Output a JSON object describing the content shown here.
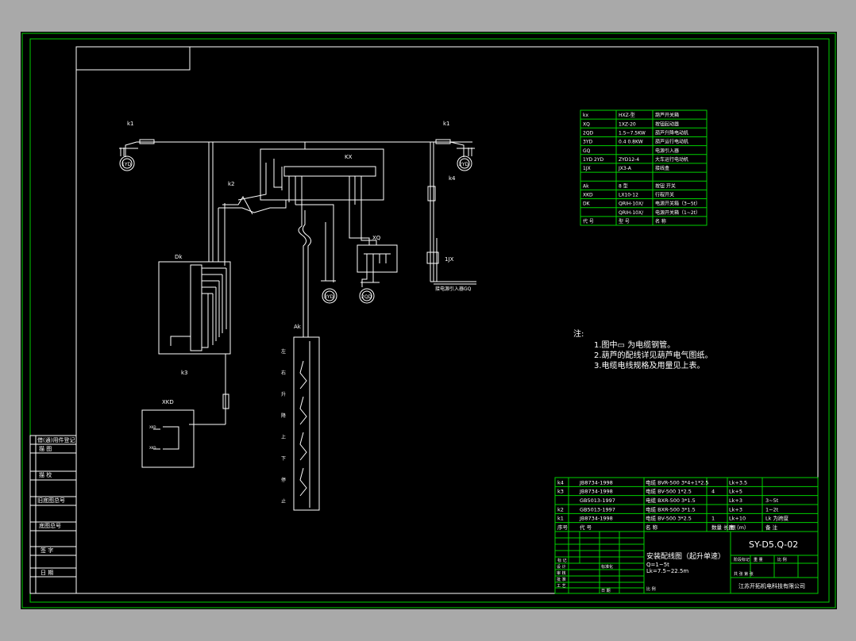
{
  "colors": {
    "frame_green": "#00d000",
    "line_white": "#ffffff",
    "background": "#000000",
    "margin": "#a9a9a9"
  },
  "components": {
    "k1_left": "k1",
    "k1_right": "k1",
    "motor_1yd": "1YD",
    "motor_2yd": "2YD",
    "motor_3yd": "3YD",
    "motor_2qd": "2QD",
    "k2": "k2",
    "k3": "k3",
    "k4": "k4",
    "kx": "KX",
    "xq": "XQ",
    "dk": "Dk",
    "ak": "Ak",
    "xkd": "XKD",
    "jx": "1JX",
    "xkd_term_a": "XKD",
    "xkd_term_b": "XKD",
    "power_note": "接电源引入器GQ",
    "ak_labels": [
      "左",
      "右",
      "升",
      "降",
      "上",
      "下",
      "停",
      "止"
    ]
  },
  "legend_table": {
    "rows": [
      {
        "code": "kx",
        "model": "HXZ-型",
        "desc": "葫芦开关箱"
      },
      {
        "code": "XQ",
        "model": "1XZ-20",
        "desc": "按钮起动器"
      },
      {
        "code": "2QD",
        "model": "1.5~7.5KW",
        "desc": "葫芦升降电动机"
      },
      {
        "code": "3YD",
        "model": "0.4 0.8KW",
        "desc": "葫芦运行电动机"
      },
      {
        "code": "GQ",
        "model": "",
        "desc": "电源引入器"
      },
      {
        "code": "1YD 2YD",
        "model": "ZYD12-4",
        "desc": "大车运行电动机"
      },
      {
        "code": "1JX",
        "model": "JX3-A",
        "desc": "接线盒"
      },
      {
        "code": "",
        "model": "",
        "desc": ""
      },
      {
        "code": "Ak",
        "model": "8 型",
        "desc": "按钮 开关"
      },
      {
        "code": "XKD",
        "model": "LX10-12",
        "desc": "行程开关"
      },
      {
        "code": "DK",
        "model": "QRIH-10X/",
        "desc": "电源开关箱（3~5t）"
      },
      {
        "code": "",
        "model": "QRIH-10X/",
        "desc": "电源开关箱（1~2t）"
      }
    ],
    "footer": {
      "code": "代 号",
      "model": "型 号",
      "desc": "名 称"
    }
  },
  "notes": {
    "title": "注:",
    "lines": [
      "1.图中▭  为电缆钢管。",
      "2.葫芦的配线详见葫芦电气图纸。",
      "3.电缆电线规格及用量见上表。"
    ]
  },
  "wire_table": {
    "rows": [
      {
        "code": "k4",
        "std": "JB8734-1998",
        "spec": "电缆 BVR-500  3*4+1*2.5",
        "qty": "",
        "len": "Lk+3.5",
        "note": ""
      },
      {
        "code": "k3",
        "std": "JB8734-1998",
        "spec": "电缆 BV-500  1*2.5",
        "qty": "4",
        "len": "Lk+5",
        "note": ""
      },
      {
        "code": "",
        "std": "GB5013-1997",
        "spec": "电缆 BXR-500  3*1.5",
        "qty": "",
        "len": "Lk+3",
        "note": "3~5t"
      },
      {
        "code": "k2",
        "std": "GB5013-1997",
        "spec": "电缆 BXR-500  3*1.5",
        "qty": "",
        "len": "Lk+3",
        "note": "1~2t"
      },
      {
        "code": "k1",
        "std": "JB8734-1998",
        "spec": "电缆 BV-500  3*2.5",
        "qty": "1",
        "len": "Lk+10",
        "note": "Lk 为跨度"
      }
    ],
    "footer": {
      "code": "序号",
      "std": "代 号",
      "spec": "名 称",
      "qty": "数量 长度（m）",
      "len": "/根",
      "note": "备 注"
    }
  },
  "title_block": {
    "drawing_no": "SY-D5.Q-02",
    "title": "安装配线图（起升单速）",
    "param1": "Q=1~5t",
    "param2": "Lk=7.5~22.5m",
    "company": "江苏开拓机电科技有限公司",
    "labels": {
      "design": "设 计",
      "check": "审 核",
      "approve": "批 准",
      "process": "工 艺",
      "standard": "标准化",
      "date": "日 期",
      "mark": "标 记",
      "stage": "阶段标记",
      "weight": "重 量",
      "scale": "比 例",
      "sheet": "共 张 第 张",
      "ratio": "比 例"
    }
  },
  "side_table": [
    "借(通)用件登记",
    "描 图",
    "描 校",
    "旧底图总号",
    "底图总号",
    "签 字",
    "日 期"
  ]
}
